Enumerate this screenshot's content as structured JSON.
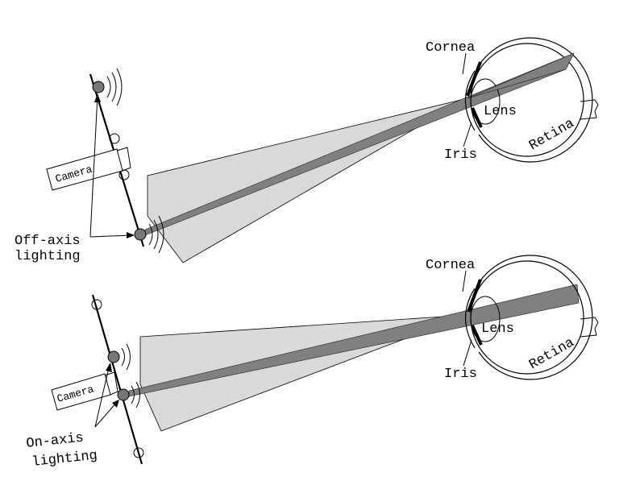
{
  "top": {
    "camera_label": "Camera",
    "lighting_label_line1": "Off-axis",
    "lighting_label_line2": "lighting",
    "cornea_label": "Cornea",
    "lens_label": "Lens",
    "iris_label": "Iris",
    "retina_label": "Retina"
  },
  "bottom": {
    "camera_label": "Camera",
    "lighting_label_line1": "On-axis",
    "lighting_label_line2": "lighting",
    "cornea_label": "Cornea",
    "lens_label": "Lens",
    "iris_label": "Iris",
    "retina_label": "Retina"
  },
  "colors": {
    "light_cone": "#d9d9d9",
    "dark_beam": "#808080",
    "led_fill": "#777777",
    "line": "#000000"
  }
}
